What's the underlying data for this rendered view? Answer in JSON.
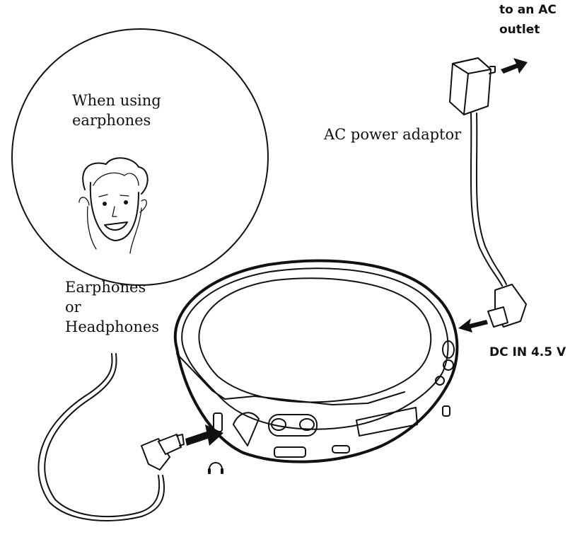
{
  "labels": {
    "outlet": "to an AC\noutlet",
    "adaptor": "AC power adaptor",
    "dc_in": "DC IN 4.5 V",
    "callout": "When using\nearphones",
    "earphones": "Earphones\nor\nHeadphones"
  },
  "icons": {
    "headphone_jack": "headphone-jack-icon",
    "arrows": "arrow-icon"
  }
}
